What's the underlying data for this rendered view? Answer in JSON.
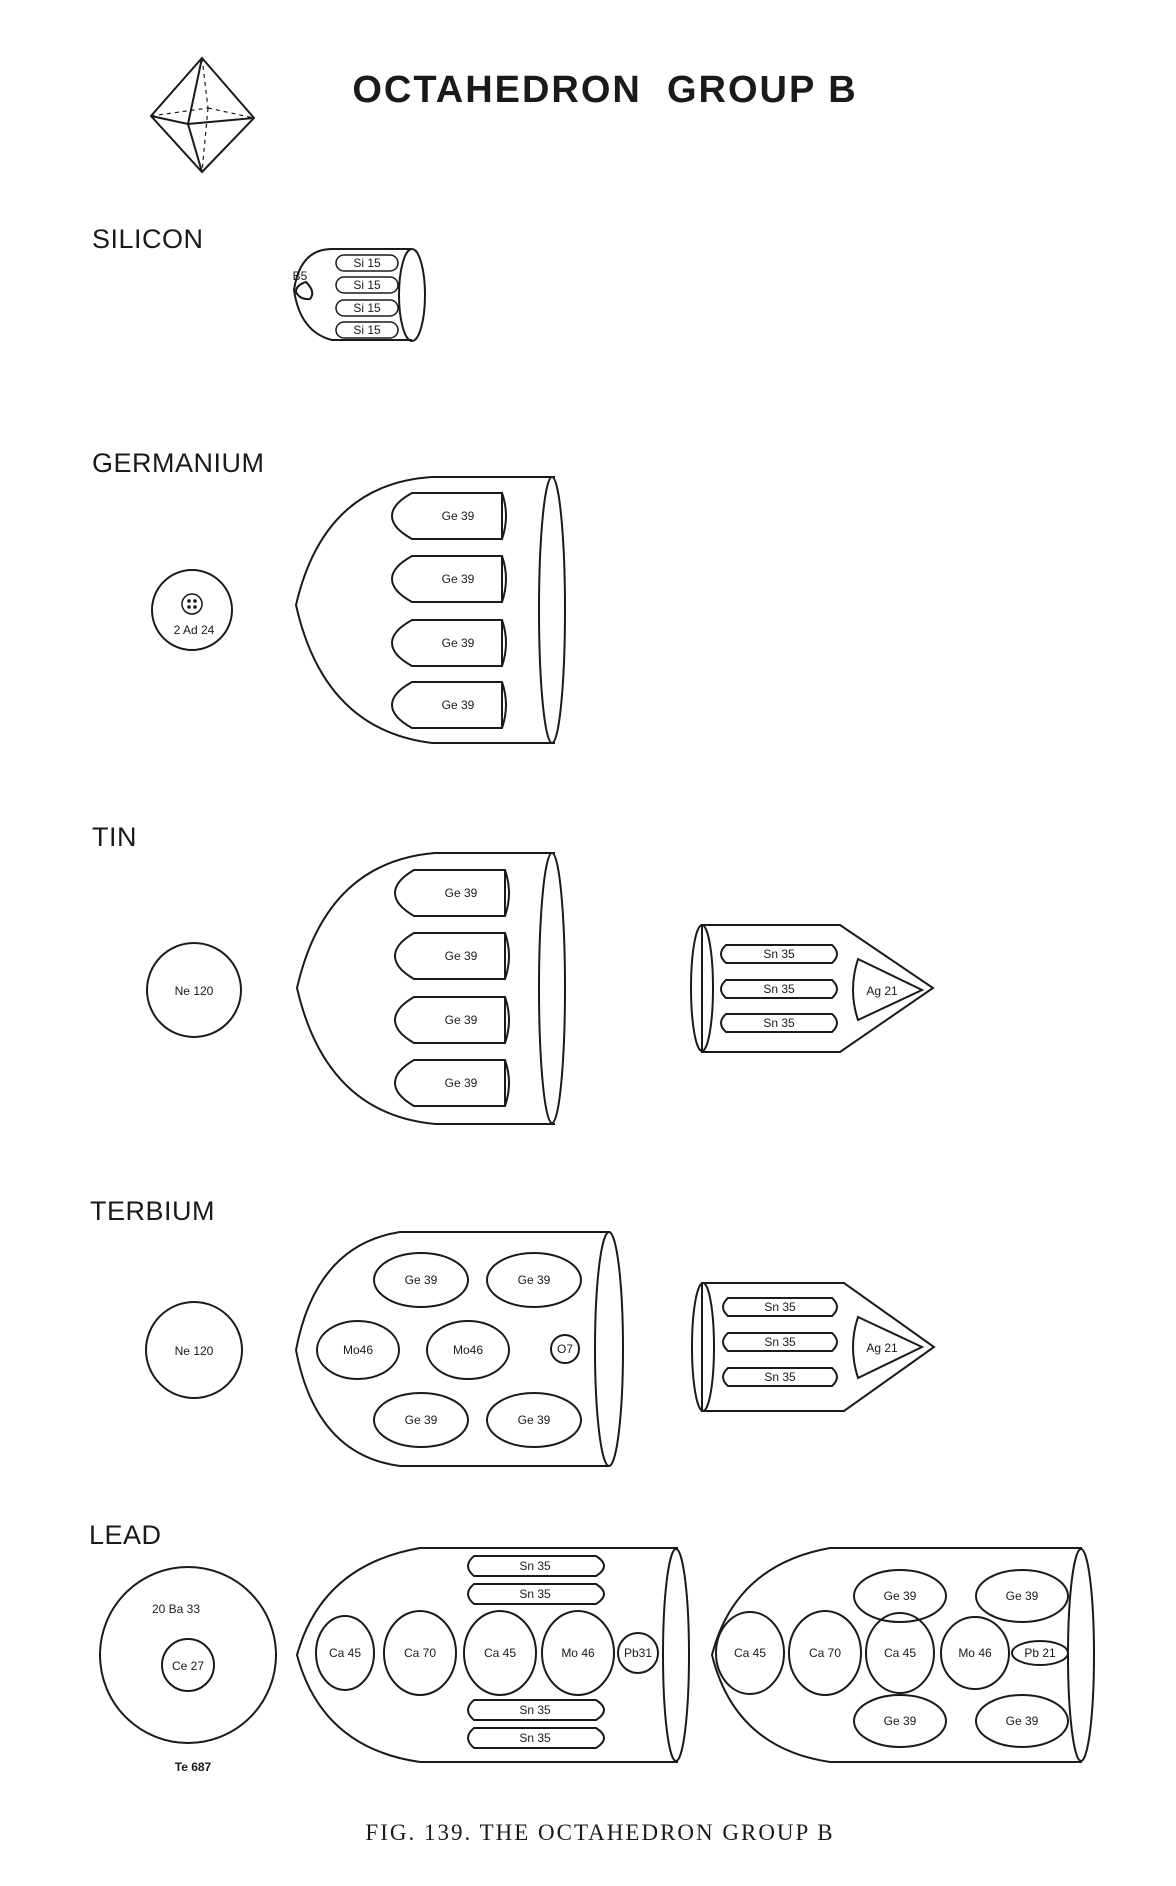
{
  "title": "OCTAHEDRON  GROUP B",
  "caption": "FIG. 139. THE OCTAHEDRON GROUP B",
  "sections": {
    "silicon": {
      "name": "SILICON",
      "rods": [
        "Si 15",
        "Si 15",
        "Si 15",
        "Si 15"
      ],
      "corner": "B5"
    },
    "germanium": {
      "name": "GERMANIUM",
      "center": "2 Ad 24",
      "rods": [
        "Ge 39",
        "Ge 39",
        "Ge 39",
        "Ge 39"
      ]
    },
    "tin": {
      "name": "TIN",
      "center": "Ne 120",
      "rods": [
        "Ge 39",
        "Ge 39",
        "Ge 39",
        "Ge 39"
      ],
      "sn_rods": [
        "Sn 35",
        "Sn 35",
        "Sn 35"
      ],
      "tip": "Ag 21"
    },
    "terbium": {
      "name": "TERBIUM",
      "center": "Ne 120",
      "top": [
        "Ge 39",
        "Ge 39"
      ],
      "middle": [
        "Mo46",
        "Mo46"
      ],
      "small": "O7",
      "bottom": [
        "Ge 39",
        "Ge 39"
      ],
      "sn_rods": [
        "Sn 35",
        "Sn 35",
        "Sn 35"
      ],
      "tip": "Ag 21"
    },
    "lead": {
      "name": "LEAD",
      "outer": "20 Ba 33",
      "inner": "Ce 27",
      "total": "Te 687",
      "funnel1": {
        "top": [
          "Sn 35",
          "Sn 35"
        ],
        "row": [
          "Ca 45",
          "Ca 70",
          "Ca 45",
          "Mo 46",
          "Pb31"
        ],
        "bottom": [
          "Sn 35",
          "Sn 35"
        ]
      },
      "funnel2": {
        "top": [
          "Ge 39",
          "Ge 39"
        ],
        "row": [
          "Ca 45",
          "Ca 70",
          "Ca 45",
          "Mo 46",
          "Pb 21"
        ],
        "bottom": [
          "Ge 39",
          "Ge 39"
        ]
      }
    }
  }
}
